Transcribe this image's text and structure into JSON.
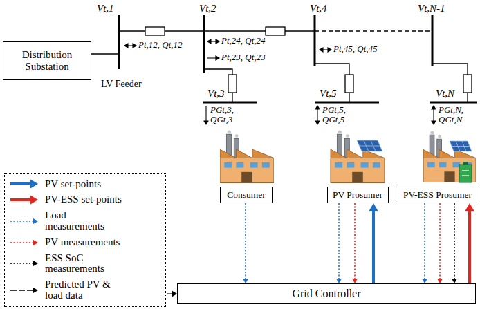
{
  "diagram": {
    "nodes": [
      {
        "text": [
          "Distribution Substation"
        ]
      },
      {
        "text": [
          "Consumer"
        ]
      },
      {
        "text": [
          "PV Prosumer"
        ]
      },
      {
        "text": [
          "PV-ESS Prosumer"
        ]
      },
      {
        "text": [
          "Grid Controller"
        ]
      }
    ],
    "edges": [
      {
        "from": 1,
        "to": 4,
        "arrow": "to"
      },
      {
        "from": 2,
        "to": 4,
        "arrow": "to"
      },
      {
        "from": 2,
        "to": 4,
        "arrow": "to"
      },
      {
        "from": 4,
        "to": 2,
        "arrow": "to"
      },
      {
        "from": 3,
        "to": 4,
        "arrow": "to"
      },
      {
        "from": 3,
        "to": 4,
        "arrow": "to"
      },
      {
        "from": 3,
        "to": 4,
        "arrow": "to"
      },
      {
        "from": 4,
        "to": 3,
        "arrow": "to"
      }
    ],
    "labels": [
      "Vt,1",
      "Vt,2",
      "Vt,4",
      "Vt,N-1",
      "Pt,12, Qt,12",
      "Pt,24, Qt,24",
      "Pt,23, Qt,23",
      "Pt,45, Qt,45",
      "Vt,3",
      "Vt,5",
      "Vt,N",
      "PGt,3, QGt,3",
      "PGt,5, QGt,5",
      "PGt,N, QGt,N",
      "LV Feeder"
    ],
    "legend": [
      {
        "text": "PV set-points"
      },
      {
        "text": "PV-ESS set-points"
      },
      {
        "text": "Load measurements"
      },
      {
        "text": "PV measurements"
      },
      {
        "text": "ESS SoC measurements"
      },
      {
        "text": "Predicted PV & load data"
      }
    ]
  }
}
